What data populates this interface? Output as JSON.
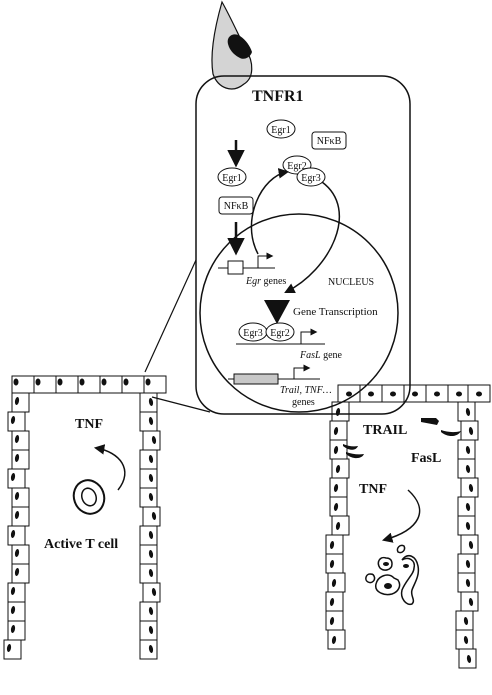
{
  "labels": {
    "receptor": "TNFR1",
    "egr1_top": "Egr1",
    "nfkb_top": "NFκB",
    "egr1_left": "Egr1",
    "nfkb_left": "NFκB",
    "egr2": "Egr2",
    "egr3": "Egr3",
    "egr_genes_italic": "Egr",
    "egr_genes_suffix": " genes",
    "nucleus": "NUCLEUS",
    "gene_transcription": "Gene Transcription",
    "bound_egr3": "Egr3",
    "bound_egr2": "Egr2",
    "fasl_gene_italic": "FasL",
    "fasl_gene_suffix": " gene",
    "trail_tnf_italic": "Trail, TNF…",
    "genes": "genes",
    "tnf_left": "TNF",
    "active_t_cell": "Active T cell",
    "trail": "TRAIL",
    "fasl": "FasL",
    "tnf_right": "TNF"
  }
}
